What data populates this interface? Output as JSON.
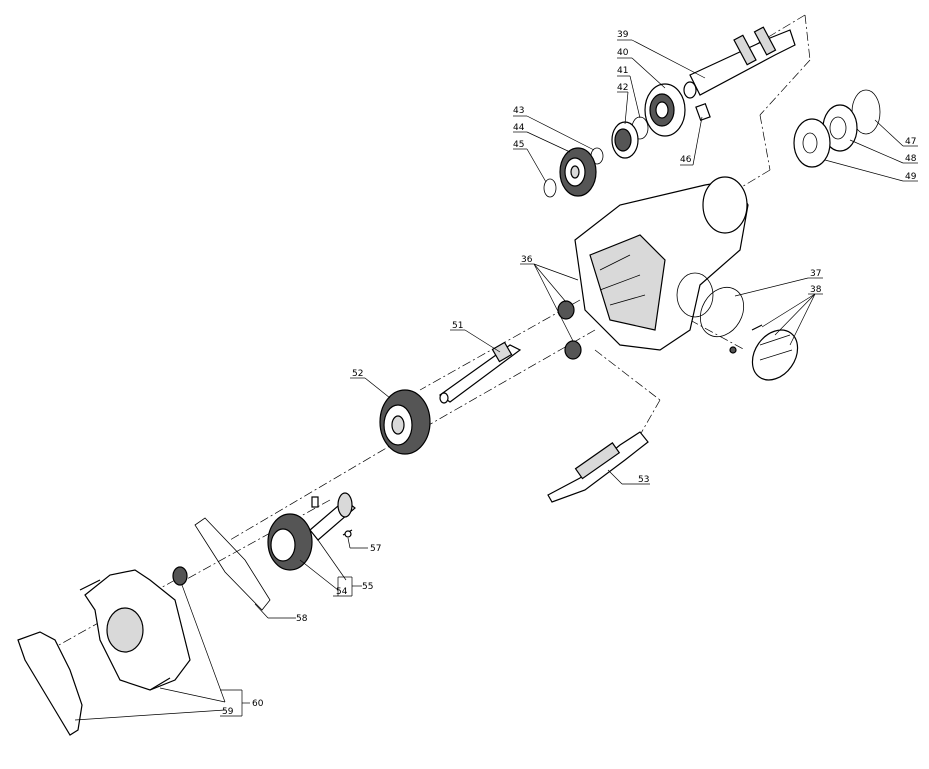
{
  "labels": {
    "l36": "36",
    "l37": "37",
    "l38": "38",
    "l39": "39",
    "l40": "40",
    "l41": "41",
    "l42": "42",
    "l43": "43",
    "l44": "44",
    "l45": "45",
    "l46": "46",
    "l47": "47",
    "l48": "48",
    "l49": "49",
    "l51": "51",
    "l52": "52",
    "l53": "53",
    "l54": "54",
    "l55": "55",
    "l57": "57",
    "l58": "58",
    "l59": "59",
    "l60": "60"
  }
}
